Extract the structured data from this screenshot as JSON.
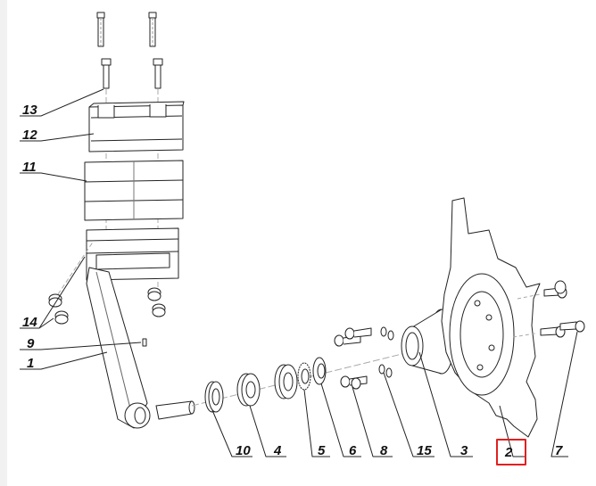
{
  "labels": {
    "p1": "1",
    "p2": "2",
    "p3": "3",
    "p4": "4",
    "p5": "5",
    "p6": "6",
    "p7": "7",
    "p8": "8",
    "p9": "9",
    "p10": "10",
    "p11": "11",
    "p12": "12",
    "p13": "13",
    "p14": "14",
    "p15": "15"
  },
  "highlight": {
    "part": "2",
    "color": "#e02020"
  },
  "colors": {
    "line": "#222222",
    "light": "#9a9a9a",
    "panel": "#f1f1f1"
  }
}
